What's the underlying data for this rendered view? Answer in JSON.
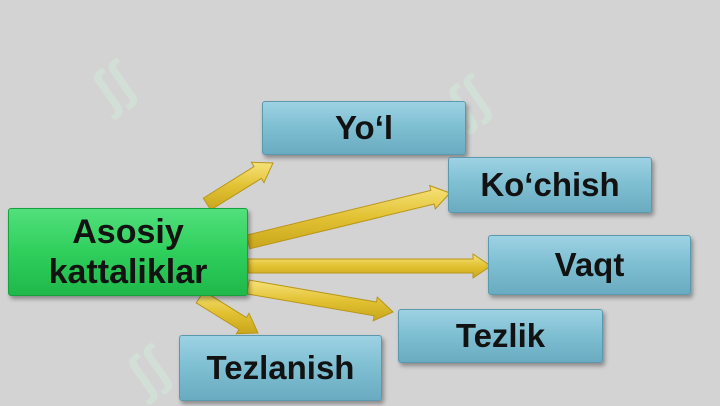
{
  "diagram": {
    "center": {
      "line1": "Asosiy",
      "line2": "kattaliklar"
    },
    "nodes": [
      {
        "id": "yol",
        "label": "Yo‘l"
      },
      {
        "id": "kochish",
        "label": "Ko‘chish"
      },
      {
        "id": "vaqt",
        "label": "Vaqt"
      },
      {
        "id": "tezlik",
        "label": "Tezlik"
      },
      {
        "id": "tezlanish",
        "label": "Tezlanish"
      }
    ],
    "colors": {
      "background": "#d3d3d3",
      "center_box": "#2fcf5c",
      "node_box": "#80c0d3",
      "arrow": "#e2c233",
      "watermark": "#d0e9da"
    }
  }
}
